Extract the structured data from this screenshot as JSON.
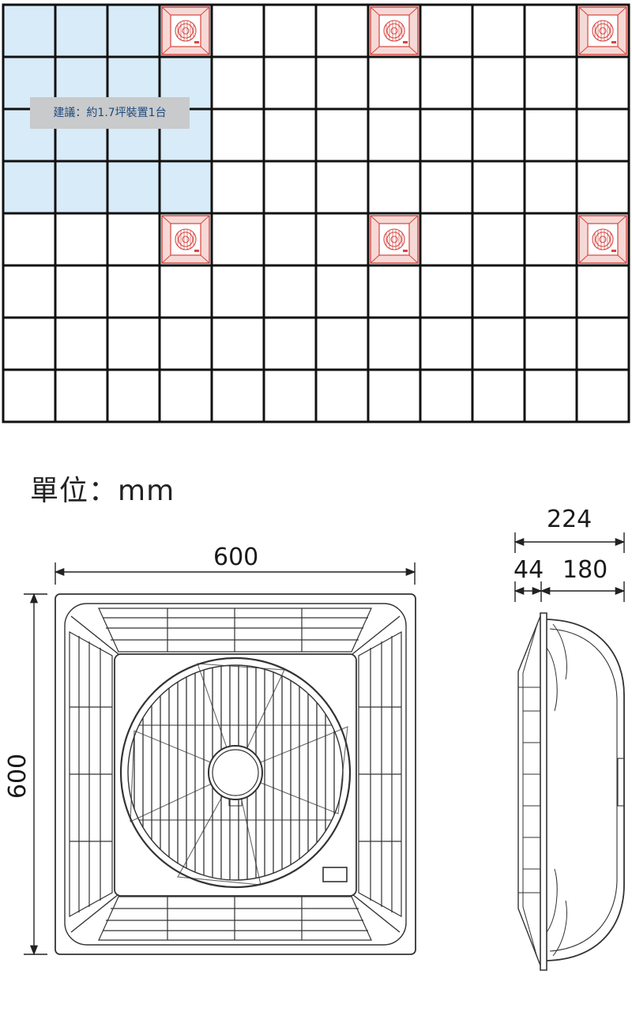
{
  "layout_note": "建議：約1.7坪裝置1台",
  "unit_label": "單位：mm",
  "dimensions": {
    "front_width": "600",
    "front_height": "600",
    "side_total_depth": "224",
    "side_frame_depth": "44",
    "side_body_depth": "180"
  },
  "colors": {
    "grid_line": "#111111",
    "highlight_fill": "#d8ebf8",
    "fan_marker": "#d6453f",
    "fan_marker_fill": "#f6d9d6",
    "note_bg": "#c8cacb",
    "note_text": "#1e4a7e"
  },
  "ceiling_grid": {
    "columns": 12,
    "rows": 8,
    "highlight_region": {
      "col_start": 0,
      "col_end": 3,
      "row_start": 0,
      "row_end": 3
    },
    "fan_positions": [
      {
        "col": 3,
        "row": 0
      },
      {
        "col": 7,
        "row": 0
      },
      {
        "col": 11,
        "row": 0
      },
      {
        "col": 3,
        "row": 4
      },
      {
        "col": 7,
        "row": 4
      },
      {
        "col": 11,
        "row": 4
      }
    ]
  },
  "icons": {
    "fan_marker": "ceiling-fan-icon"
  }
}
